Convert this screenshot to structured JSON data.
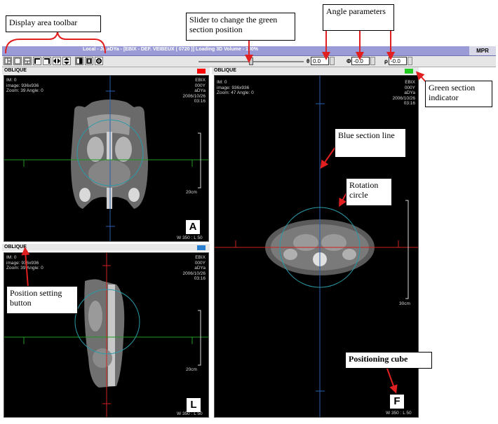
{
  "window": {
    "title": "Local - Ju.aDYa -     [EBIX - DEF. VEIBEUX (  0720  )] Loading 3D Volume - 100%",
    "mode_label": "MPR"
  },
  "toolbar": {
    "buttons": [
      "layout-1x2-icon",
      "layout-1x1-icon",
      "layout-2x1-icon",
      "corner-left-icon",
      "corner-right-icon",
      "horizontal-arrows-icon",
      "vertical-arrows-icon",
      "contrast-icon",
      "info-icon",
      "settings-icon"
    ]
  },
  "angles": {
    "theta_label": "θ",
    "theta_value": "0.0",
    "phi_label": "Φ",
    "phi_value": "-0.0",
    "rho_label": "ρ",
    "rho_value": "-0.0"
  },
  "panels": {
    "top_left": {
      "label": "OBLIQUE",
      "indicator_color": "#ff0000",
      "info_left": [
        "IM: 0",
        "image: 936x936",
        "Zoom: 39 Angle: 0"
      ],
      "info_right": [
        "EBIX",
        "000Y",
        "aDYa",
        "2006/10/26",
        "03:16"
      ],
      "scale": "20cm",
      "cube": "A",
      "wl": "W 350 : L 50"
    },
    "bottom_left": {
      "label": "OBLIQUE",
      "indicator_color": "#2a7fd0",
      "info_left": [
        "IM: 0",
        "image: 936x936",
        "Zoom: 39 Angle: 0"
      ],
      "info_right": [
        "EBIX",
        "000Y",
        "aDYa",
        "2006/10/26",
        "03:16"
      ],
      "scale": "20cm",
      "cube": "L",
      "wl": "W 350 : L 50"
    },
    "right": {
      "label": "OBLIQUE",
      "indicator_color": "#22cc22",
      "info_left": [
        "IM: 0",
        "image: 936x936",
        "Zoom: 47 Angle: 0"
      ],
      "info_right": [
        "EBIX",
        "000Y",
        "aDYa",
        "2006/10/26",
        "03:16"
      ],
      "scale": "30cm",
      "cube": "F",
      "wl": "W 350 : L 50"
    }
  },
  "callouts": {
    "display_toolbar": "Display area toolbar",
    "slider": "Slider to change the green section position",
    "angle": "Angle parameters",
    "green_indicator": "Green section indicator",
    "blue_line": "Blue section line",
    "rotation_circle": "Rotation circle",
    "position_button": "Position setting button",
    "positioning_cube": "Positioning cube"
  },
  "colors": {
    "red_line": "#cc2020",
    "green_line": "#1f9a1f",
    "blue_line": "#2a5fb0",
    "circle": "#2a9aa8"
  }
}
